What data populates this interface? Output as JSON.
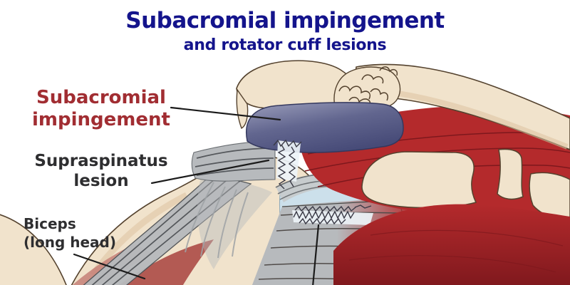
{
  "header": {
    "title": "Subacromial impingement",
    "subtitle": "and rotator cuff lesions"
  },
  "annotations": {
    "impingement_label": {
      "line1": "Subacromial",
      "line2": "impingement"
    },
    "supraspinatus_label": {
      "line1": "Supraspinatus",
      "line2": "lesion"
    },
    "biceps_label": {
      "line1": "Biceps",
      "line2": "(long head)"
    }
  },
  "colors": {
    "title_navy": "#14148C",
    "impingement_red": "#A12D32",
    "label_dark": "#2E2E30",
    "background": "#FFFFFF",
    "bone": "#F1E3CC",
    "bone_shade": "#DCC3A1",
    "bone_outline": "#54422E",
    "muscle_red": "#B42A2C",
    "muscle_dark": "#7E181D",
    "muscle_tint_light": "#C58077",
    "muscle_tint_deep": "#AC4A46",
    "bursa_light": "#9C9FBC",
    "bursa_mid": "#62668F",
    "bursa_dark": "#474B78",
    "bursa_outline": "#34385E",
    "tendon_gray": "#B7BABD",
    "tendon_stripe": "#54575B",
    "capsule_fiber": "#6F7376",
    "cartilage_blue": "#CCE0EB",
    "tear_fill": "#EDF3F7",
    "tear_stroke": "#3A3A46",
    "leader": "#1B1B1B"
  }
}
